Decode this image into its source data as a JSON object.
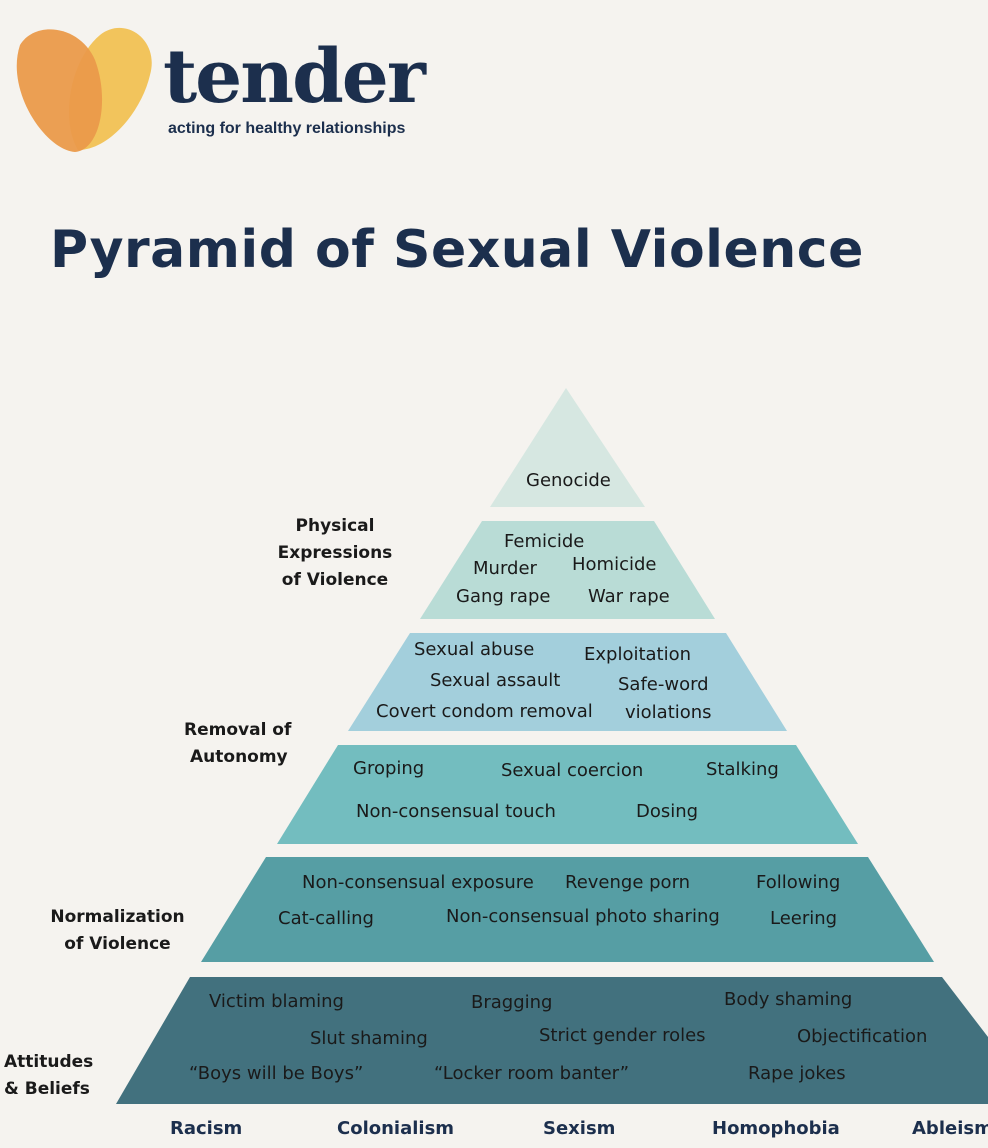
{
  "brand": {
    "name": "tender",
    "tagline": "acting for healthy relationships"
  },
  "title": "Pyramid of Sexual Violence",
  "colors": {
    "navy": "#1c2f4d",
    "tier1": "#d6e7e1",
    "tier2": "#b9dcd6",
    "tier3": "#a3cfdc",
    "tier4": "#73bdbf",
    "tier5": "#569ea4",
    "tier6": "#42717e"
  },
  "categories": {
    "physical": [
      "Physical",
      "Expressions",
      "of Violence"
    ],
    "removal": [
      "Removal of",
      "Autonomy"
    ],
    "normalization": [
      "Normalization",
      "of Violence"
    ],
    "attitudes": [
      "Attitudes",
      "& Beliefs"
    ]
  },
  "tiers": {
    "tier1": [
      "Genocide"
    ],
    "tier2": [
      "Femicide",
      "Murder",
      "Homicide",
      "Gang rape",
      "War rape"
    ],
    "tier3": [
      "Sexual abuse",
      "Exploitation",
      "Sexual assault",
      "Safe-word",
      "Covert condom removal",
      "violations"
    ],
    "tier4": [
      "Groping",
      "Sexual coercion",
      "Stalking",
      "Non-consensual touch",
      "Dosing"
    ],
    "tier5": [
      "Non-consensual exposure",
      "Revenge porn",
      "Following",
      "Cat-calling",
      "Non-consensual photo sharing",
      "Leering"
    ],
    "tier6": [
      "Victim blaming",
      "Bragging",
      "Body shaming",
      "Slut shaming",
      "Strict gender roles",
      "Objectification",
      "“Boys will be Boys”",
      "“Locker room banter”",
      "Rape jokes"
    ]
  },
  "base_labels": [
    "Racism",
    "Colonialism",
    "Sexism",
    "Homophobia",
    "Ableism"
  ]
}
